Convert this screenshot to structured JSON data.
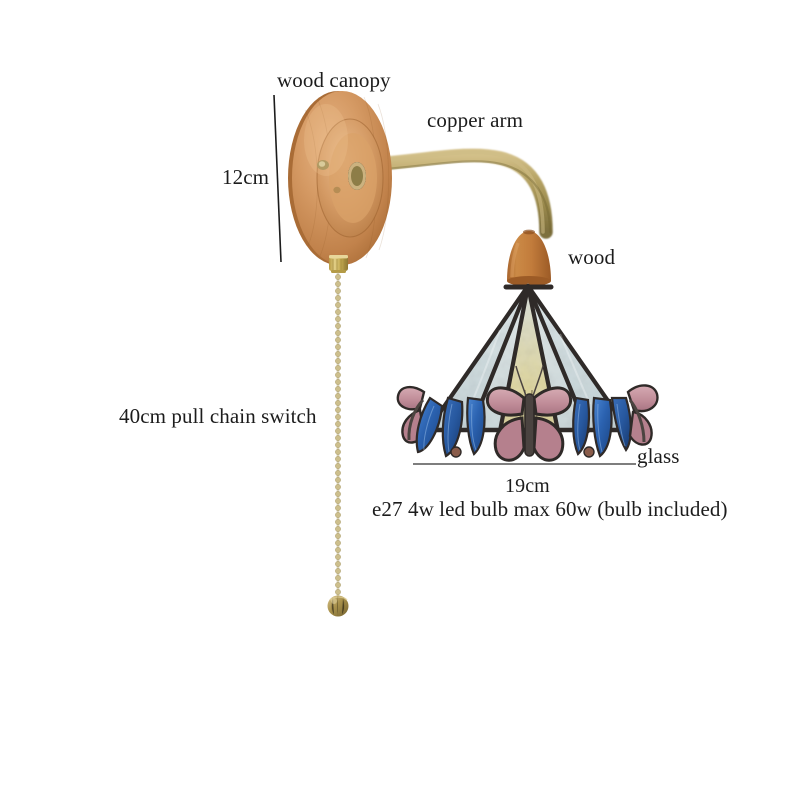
{
  "diagram": {
    "background_color": "#ffffff",
    "title": "Wall lamp dimension and material callout diagram"
  },
  "labels": {
    "wood_canopy": "wood canopy",
    "copper_arm": "copper arm",
    "wood": "wood",
    "glass": "glass",
    "pull_chain": "40cm pull chain switch",
    "bulb_spec": "e27 4w led bulb max 60w (bulb included)"
  },
  "dimensions": {
    "height": "12cm",
    "width": "19cm"
  },
  "colors": {
    "wood_light": "#d8a06a",
    "wood_mid": "#c4874f",
    "wood_dark": "#a9672f",
    "wood_cap": "#c27c3c",
    "brass_light": "#cbb878",
    "brass_mid": "#a89553",
    "brass_dark": "#8a7a40",
    "glass_pale": "#cfdde0",
    "glass_white": "#e3ecee",
    "glass_amber": "#ddd7a8",
    "came_dark": "#2f2a28",
    "butterfly_pink": "#c08a97",
    "butterfly_pink_light": "#d3a4ad",
    "petal_blue": "#2b62b0",
    "petal_blue_dark": "#1d4a8c",
    "line_dark": "#1c1c1c",
    "line_gray": "#6b6b6b"
  },
  "parts": [
    {
      "name": "wood-canopy",
      "material": "wood",
      "callout": "wood canopy"
    },
    {
      "name": "copper-arm",
      "material": "copper",
      "callout": "copper arm"
    },
    {
      "name": "wood-shade-cap",
      "material": "wood",
      "callout": "wood"
    },
    {
      "name": "glass-shade",
      "material": "glass",
      "callout": "glass"
    },
    {
      "name": "pull-chain-switch",
      "material": "brass",
      "callout": "40cm pull chain switch"
    }
  ]
}
